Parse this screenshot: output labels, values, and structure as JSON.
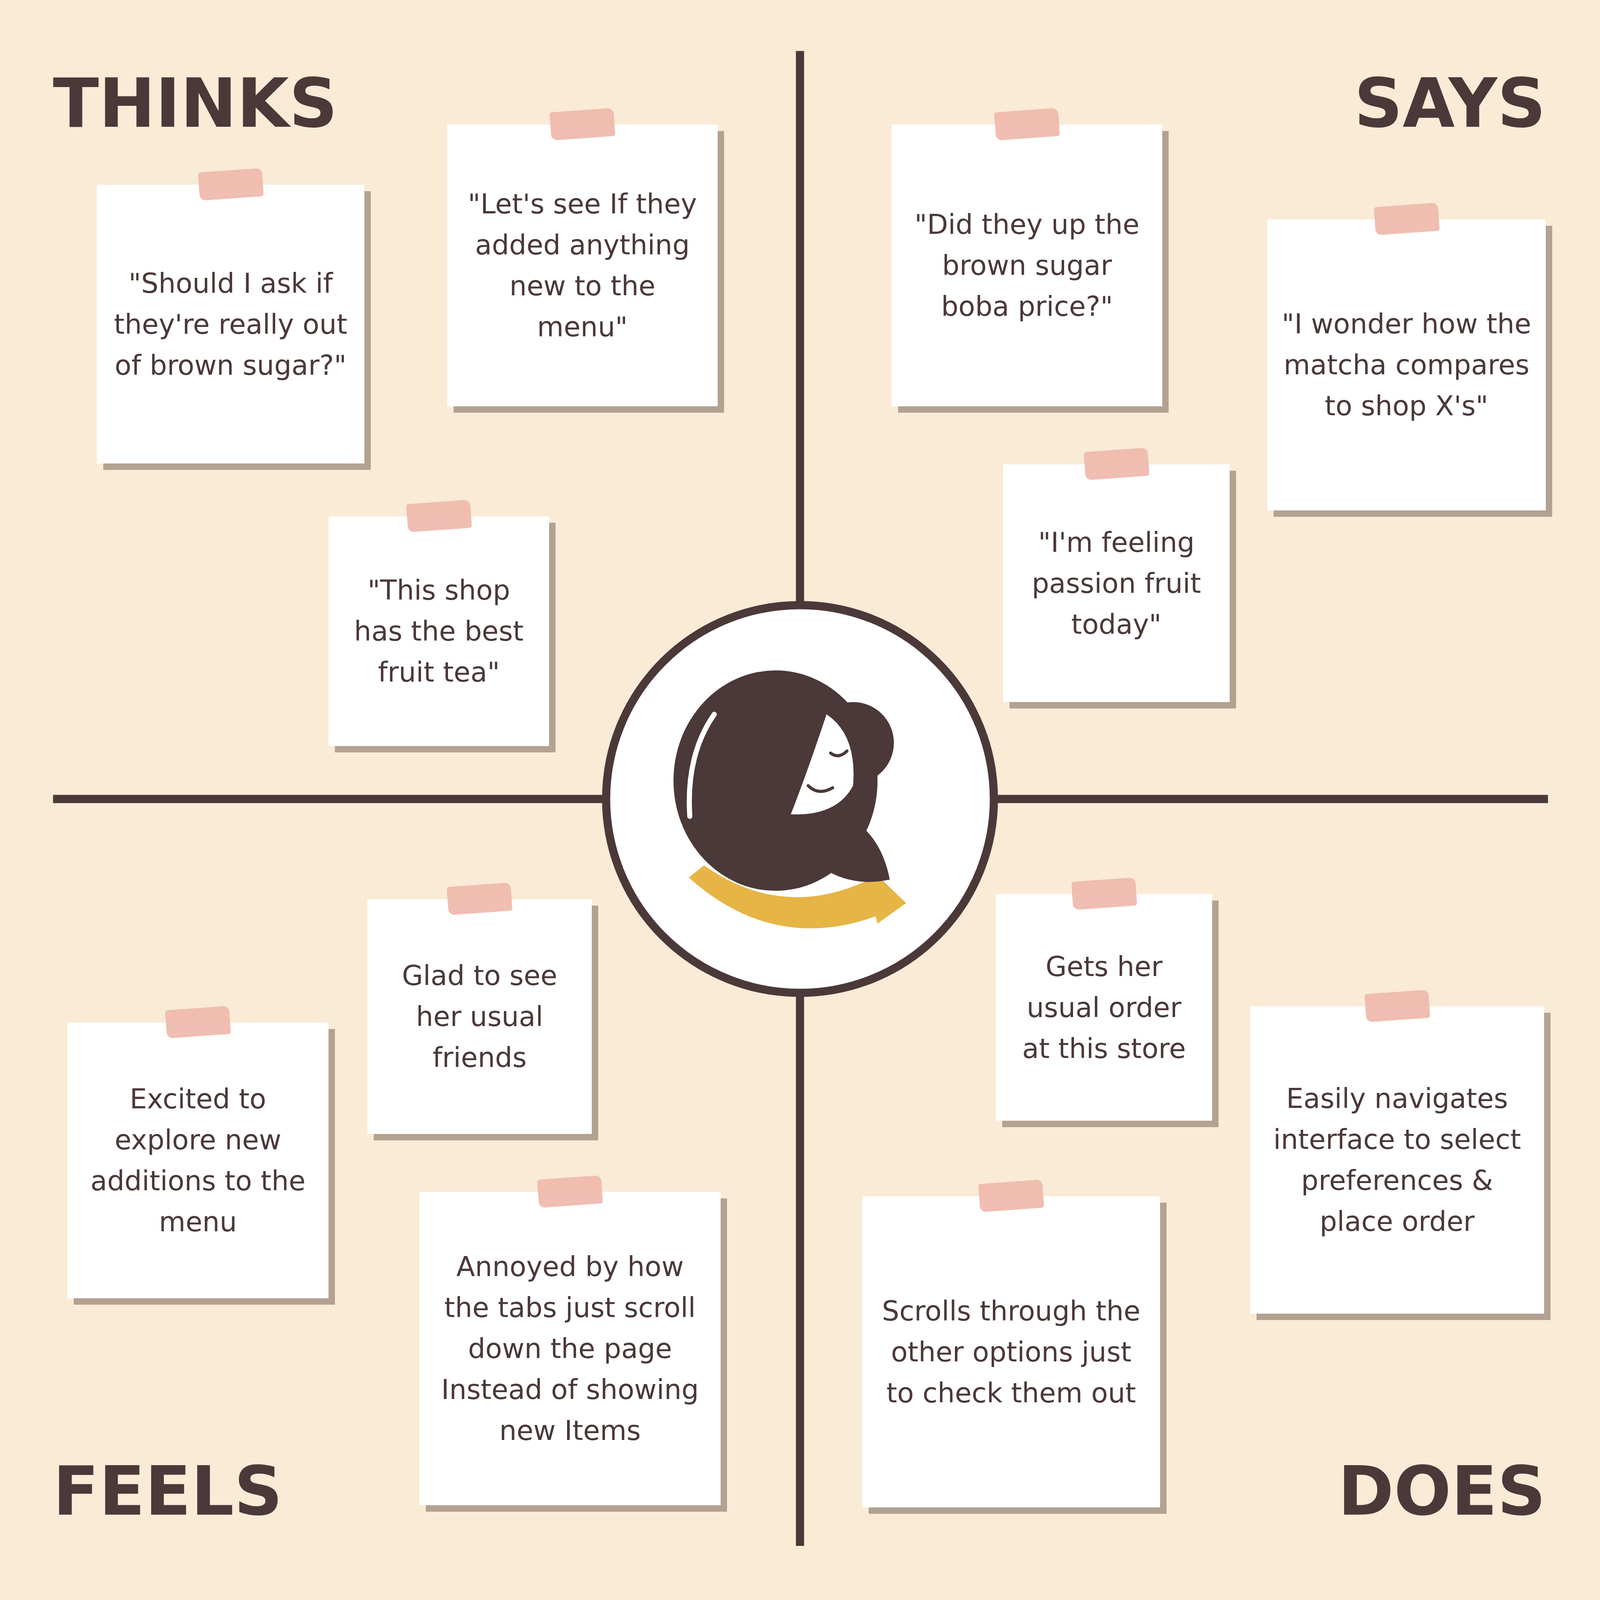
{
  "diagram": {
    "nodes": [
      {
        "text": [
          "\"Should I ask if they're really out of brown sugar?\""
        ]
      },
      {
        "text": [
          "\"Let's see If they added anything new to the menu\""
        ]
      },
      {
        "text": [
          "\"This shop has the best fruit tea\""
        ]
      },
      {
        "text": [
          "\"Did they up the brown sugar boba price?\""
        ]
      },
      {
        "text": [
          "\"I wonder how the matcha compares to shop X's\""
        ]
      },
      {
        "text": [
          "\"I'm feeling passion fruit today\""
        ]
      },
      {
        "text": [
          "Glad to see her usual friends"
        ]
      },
      {
        "text": [
          "Excited to explore new additions to the menu"
        ]
      },
      {
        "text": [
          "Annoyed by how the tabs just scroll down the page Instead of showing new Items"
        ]
      },
      {
        "text": [
          "Gets her usual order at this store"
        ]
      },
      {
        "text": [
          "Easily navigates interface to select preferences & place order"
        ]
      },
      {
        "text": [
          "Scrolls through the other options just to check them out"
        ]
      }
    ],
    "labels": [
      "THINKS",
      "SAYS",
      "FEELS",
      "DOES"
    ]
  }
}
